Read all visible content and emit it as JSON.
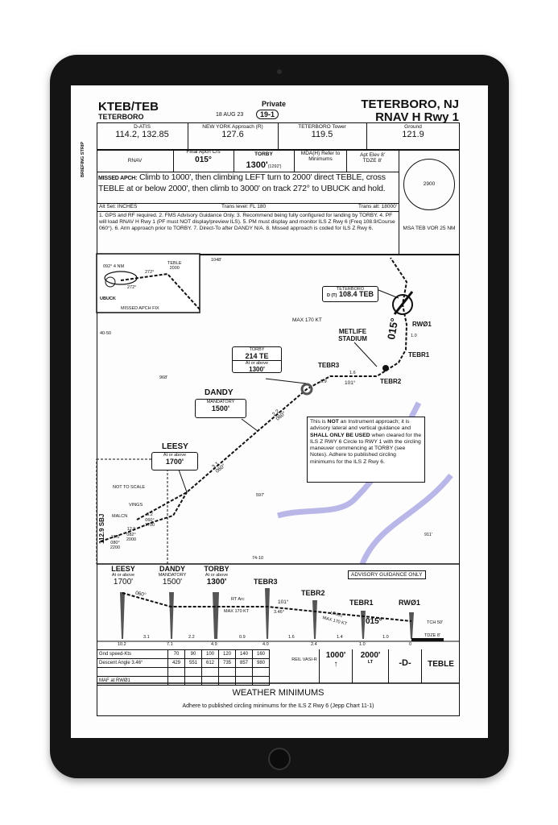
{
  "header": {
    "airport_id": "KTEB/TEB",
    "airport_name": "TETERBORO",
    "category": "Private",
    "date": "18 AUG 23",
    "chart_number": "19-1",
    "city": "TETERBORO, NJ",
    "procedure": "RNAV H Rwy 1",
    "side_label": "BRIEFING STRIP"
  },
  "comms": [
    {
      "label": "D-ATIS",
      "value": "114.2, 132.85"
    },
    {
      "label": "NEW YORK Approach (R)",
      "value": "127.6"
    },
    {
      "label": "TETERBORO Tower",
      "value": "119.5"
    },
    {
      "label": "Ground",
      "value": "121.9"
    }
  ],
  "briefing": {
    "nav": "RNAV",
    "final_label": "Final Apch Crs",
    "final_value": "015°",
    "fix_label": "TORBY",
    "fix_alt": "1300'",
    "fix_hat": "(1292')",
    "mda_label": "MDA(H) Refer to Minimums",
    "apt_elev": "Apt Elev 8'",
    "tdze": "TDZE 8'"
  },
  "missed": {
    "label": "MISSED APCH:",
    "text": "Climb to 1000', then climbing LEFT turn to 2000' direct TEBLE, cross TEBLE at or below 2000', then climb to 3000' on track 272° to UBUCK and hold."
  },
  "altimetry": {
    "alt_set": "Alt Set: INCHES",
    "trans_level": "Trans level: FL 180",
    "trans_alt": "Trans alt: 18000'"
  },
  "notes": "1. GPS and RF required. 2. FMS Advisory Guidance Only. 3. Recommend being fully configured for landing by TORBY. 4. PF will load RNAV H Rwy 1 (PF must NOT display/preview ILS). 5. PM must display and monitor ILS Z Rwy 6 (Freq 108.9/Course 060°). 6. Arm approach prior to TORBY. 7. Direct-To after DANDY N/A. 8. Missed approach is coded for ILS Z Rwy 6.",
  "msa": {
    "altitude": "2900",
    "label": "MSA TEB VOR 25 NM"
  },
  "plan": {
    "inset": {
      "hold": "092° 4 NM",
      "course_in": "272°",
      "course_out": "272°",
      "teble": "TEBLE",
      "teble_alt": "2000",
      "ubuck": "UBUCK",
      "caption": "MISSED APCH FIX"
    },
    "obstacles": [
      "1048'",
      "968'",
      "597'",
      "911'"
    ],
    "speed_note": "MAX 170 KT",
    "lat_label": "40-50",
    "lon_label": "74-10",
    "navaid": {
      "name": "TETERBORO",
      "freq": "108.4",
      "ident": "TEB",
      "prefix": "D (T)"
    },
    "torby_box": {
      "name": "TORBY",
      "code": "214 TE",
      "restriction": "At or above",
      "alt": "1300'"
    },
    "dandy": {
      "name": "DANDY",
      "restriction": "MANDATORY",
      "alt": "1500'"
    },
    "leesy": {
      "name": "LEESY",
      "restriction": "At or above",
      "alt": "1700'"
    },
    "landmark": "METLIFE STADIUM",
    "fixes": [
      "TEBR3",
      "TEBR2",
      "TEBR1",
      "RWØ1"
    ],
    "legs": {
      "tebr3_dist": "0.9",
      "seg_dist": "1.6",
      "seg_crs": "101°",
      "final_crs": "015°",
      "final_dist": "1.0",
      "dandy_dist": "2.2",
      "dandy_crs": "060°",
      "leesy_dist": "3.1",
      "leesy_crs": "060°"
    },
    "not_to_scale": "NOT TO SCALE",
    "vings": "VINGS",
    "malcn": "MALCN",
    "sbj": "112.9 SBJ",
    "inset_legs": [
      "10.0",
      "080°",
      "2200",
      "12.9",
      "082°",
      "2000",
      "3.2",
      "060°",
      "1700"
    ],
    "disclaimer": {
      "p1": "This is ",
      "bold1": "NOT",
      "p2": " an Instrument approach; it is advisory lateral and vertical guidance and ",
      "bold2": "SHALL ONLY BE USED",
      "p3": " when cleared for the ILS Z RWY 6 Circle to RWY 1 with the circling maneuver commencing at TORBY (see Notes). Adhere to published circling minimums for the ILS Z Rwy 6."
    }
  },
  "profile": {
    "advisory": "ADVISORY GUIDANCE ONLY",
    "fixes": [
      {
        "name": "LEESY",
        "sub": "At or above",
        "alt": "1700'",
        "dme": "10.2"
      },
      {
        "name": "DANDY",
        "sub": "MANDATORY",
        "alt": "1500'",
        "dme": "7.1"
      },
      {
        "name": "TORBY",
        "sub": "At or above",
        "alt": "1300'",
        "dme": "4.9"
      },
      {
        "name": "TEBR3",
        "dme": "4.0"
      },
      {
        "name": "TEBR2",
        "dme": "2.4"
      },
      {
        "name": "TEBR1",
        "dme": "1.0"
      },
      {
        "name": "RWØ1",
        "dme": "0"
      }
    ],
    "segments": [
      "3.1",
      "2.2",
      "0.9",
      "1.6",
      "1.4",
      "1.0"
    ],
    "crs1": "060°",
    "arc1": "RT Arc",
    "arc1_spd": "MAX 170 KT",
    "crs2": "101°",
    "angle": "3.46°",
    "arc2": "LT Arc",
    "arc2_spd": "MAX 170 KT",
    "crs3": "015°",
    "tch": "TCH 50'",
    "tdze": "TDZE 8'"
  },
  "table": {
    "gs_label": "Gnd speed-Kts",
    "speeds": [
      "70",
      "90",
      "100",
      "120",
      "140",
      "160"
    ],
    "angle_label": "Descent Angle",
    "angle": "3.46°",
    "rates": [
      "429",
      "551",
      "612",
      "735",
      "857",
      "980"
    ],
    "maf": "MAF at RWØ1",
    "lights": "REIL VASI-R",
    "climb1": "1000'",
    "climb2": "2000'",
    "turn": "LT",
    "fix": "TEBLE"
  },
  "minimums": {
    "title": "WEATHER MINIMUMS",
    "text": "Adhere to published circling minimums for the ILS Z Rwy 6 (Jepp Chart 11-1)"
  }
}
